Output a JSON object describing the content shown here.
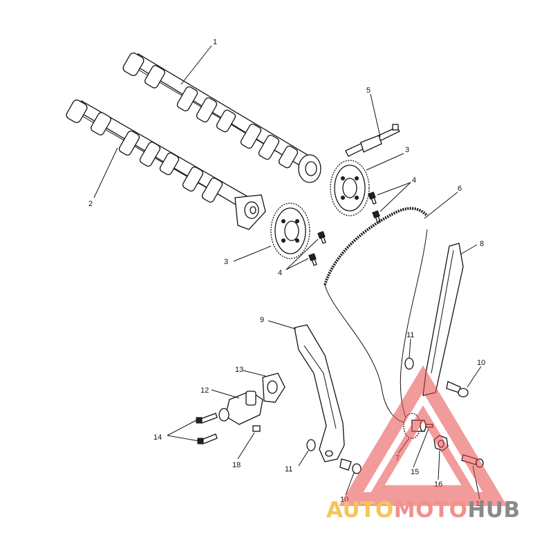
{
  "callouts": [
    "1",
    "2",
    "3",
    "3",
    "4",
    "4",
    "5",
    "6",
    "7",
    "8",
    "9",
    "10",
    "10",
    "11",
    "11",
    "12",
    "13",
    "14",
    "15",
    "16",
    "17",
    "18"
  ],
  "watermark": {
    "part1": "AUTO",
    "part2": "MOTO",
    "part3": "HUB",
    "colors": {
      "auto": "#f4c55a",
      "moto": "#f2908a",
      "hub": "#8a8a8a",
      "triangle": "#e94b4b"
    }
  }
}
